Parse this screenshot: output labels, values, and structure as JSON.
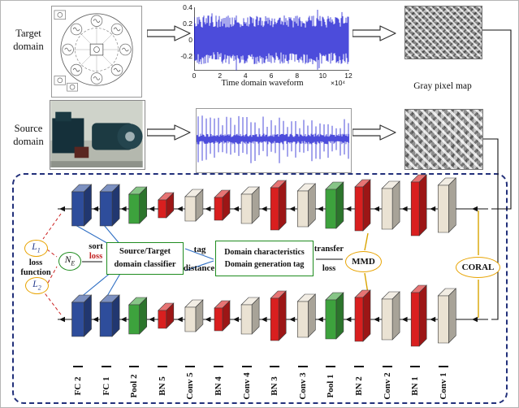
{
  "figure": {
    "target_domain": "Target\ndomain",
    "source_domain": "Source\ndomain",
    "waveform": {
      "yticks": [
        "0.4",
        "0.2",
        "0",
        "-0.2"
      ],
      "xticks": [
        "0",
        "2",
        "4",
        "6",
        "8",
        "10",
        "12"
      ],
      "x_scale": "×10⁴",
      "caption": "Time domain waveform"
    },
    "gray_pixel_map": "Gray pixel map"
  },
  "network": {
    "layers": [
      {
        "label": "FC 2",
        "type": "fc"
      },
      {
        "label": "FC 1",
        "type": "fc"
      },
      {
        "label": "Pool 2",
        "type": "pool"
      },
      {
        "label": "BN 5",
        "type": "bn"
      },
      {
        "label": "Conv 5",
        "type": "conv"
      },
      {
        "label": "BN 4",
        "type": "bn"
      },
      {
        "label": "Conv 4",
        "type": "conv"
      },
      {
        "label": "BN 3",
        "type": "bn"
      },
      {
        "label": "Conv 3",
        "type": "conv"
      },
      {
        "label": "Pool 1",
        "type": "pool"
      },
      {
        "label": "BN 2",
        "type": "bn"
      },
      {
        "label": "Conv 2",
        "type": "conv"
      },
      {
        "label": "BN 1",
        "type": "bn"
      },
      {
        "label": "Conv 1",
        "type": "conv"
      }
    ],
    "annotations": {
      "l1": {
        "base": "L",
        "sub": "1"
      },
      "l2": {
        "base": "L",
        "sub": "2"
      },
      "loss_function": "loss\nfunction",
      "ne": {
        "base": "N",
        "sub": "E"
      },
      "sort": "sort",
      "sort_loss": "loss",
      "classifier": "Source/Target\ndomain classifier",
      "tag": "tag",
      "distance": "distance",
      "domain_box": "Domain characteristics\nDomain generation tag",
      "transfer": "transfer",
      "transfer_loss": "loss",
      "mmd": "MMD",
      "coral": "CORAL"
    }
  },
  "colors": {
    "fc": "#2e4d9b",
    "pool": "#3da23d",
    "bn": "#d91f1f",
    "conv": "#eae2d3",
    "signal": "#0000cc",
    "box_border": "#22307a",
    "highlight": "#e8a300",
    "green_border": "#1f8c1f"
  }
}
